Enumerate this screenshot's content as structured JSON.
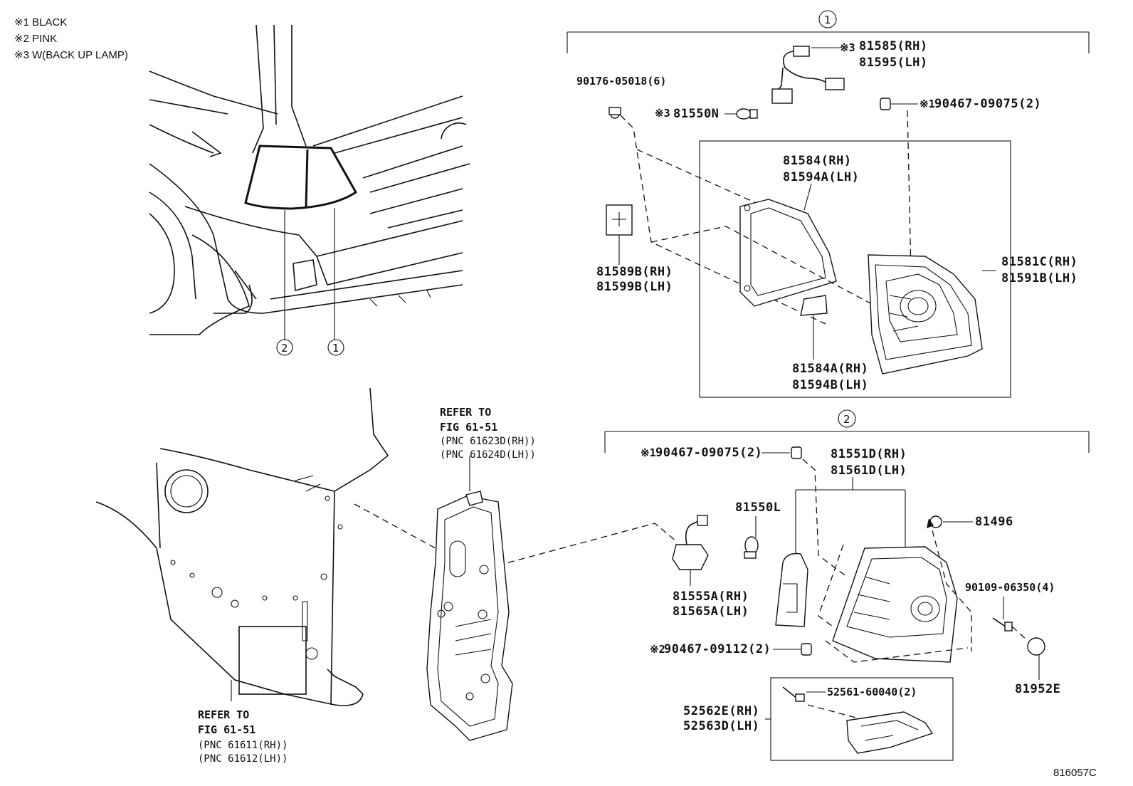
{
  "notes": [
    "※1 BLACK",
    "※2 PINK",
    "※3 W(BACK UP LAMP)"
  ],
  "callouts": {
    "assembly_1": "1",
    "assembly_2": "2"
  },
  "parts_group_1": {
    "socket_wire_rh": "81585(RH)",
    "socket_wire_lh": "81595(LH)",
    "socket_mark": "※3",
    "screw_clip": "90176-05018(6)",
    "bulb_mark": "※3",
    "bulb": "81550N",
    "nut_mark": "※1",
    "nut": "90467-09075(2)",
    "gasket_rh": "81584(RH)",
    "gasket_lh": "81594A(LH)",
    "seal_rh": "81589B(RH)",
    "seal_lh": "81599B(LH)",
    "lens_rh": "81581C(RH)",
    "lens_lh": "81591B(LH)",
    "pad_rh": "81584A(RH)",
    "pad_lh": "81594B(LH)"
  },
  "parts_group_2": {
    "nut_mark": "※1",
    "nut": "90467-09075(2)",
    "lens_rh": "81551D(RH)",
    "lens_lh": "81561D(LH)",
    "bulb": "81550L",
    "clip": "81496",
    "socket_rh": "81555A(RH)",
    "socket_lh": "81565A(LH)",
    "screw": "90109-06350(4)",
    "clip2_mark": "※2",
    "clip2": "90467-09112(2)",
    "cap": "81952E",
    "reflector_rh": "52562E(RH)",
    "reflector_lh": "52563D(LH)",
    "reflector_screw": "52561-60040(2)"
  },
  "refer_panel_upper": {
    "line1": "REFER TO",
    "line2": "FIG 61-51",
    "line3": "(PNC 61623D(RH))",
    "line4": "(PNC 61624D(LH))"
  },
  "refer_panel_lower": {
    "line1": "REFER TO",
    "line2": "FIG 61-51",
    "line3": "(PNC 61611(RH))",
    "line4": "(PNC 61612(LH))"
  },
  "figure_id": "816057C"
}
